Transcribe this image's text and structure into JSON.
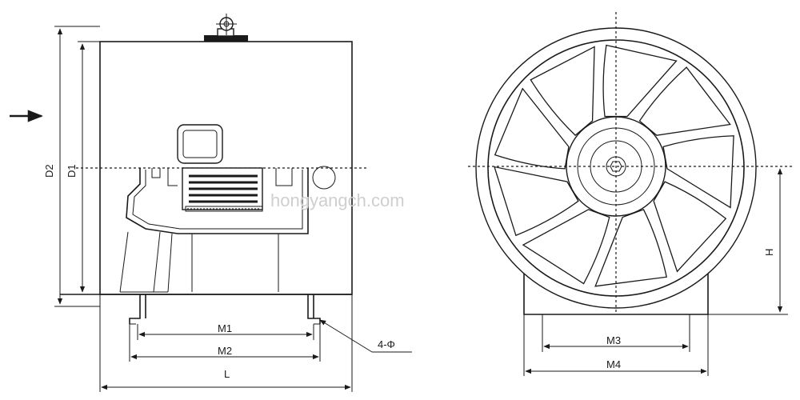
{
  "diagram": {
    "labels": {
      "d2": "D2",
      "d1": "D1",
      "m1": "M1",
      "m2": "M2",
      "l": "L",
      "holes": "4-Φ",
      "h": "H",
      "m3": "M3",
      "m4": "M4"
    },
    "watermark": "hongyangch.com",
    "blade_count": 9
  }
}
